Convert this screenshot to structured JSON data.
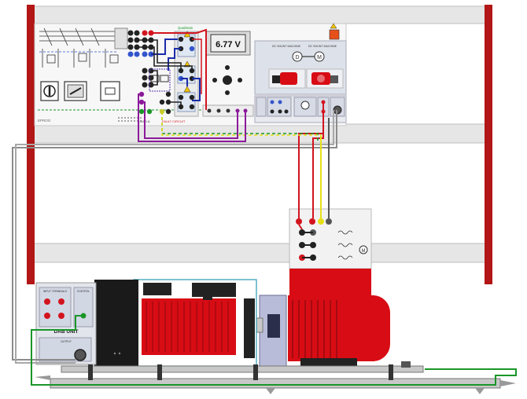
{
  "panel": {
    "brand_left": "EPROO",
    "brand_center": "Qualitrain",
    "label_left": "LOAD A",
    "label_right": "FAULT CIRCUIT"
  },
  "voltmeter": {
    "reading": "6.77 V"
  },
  "motor_module": {
    "title_left": "DC SHUNT MACHINE",
    "title_right": "DC SHUNT MACHINE",
    "symbol_left": "D",
    "symbol_right": "M"
  },
  "terminal_box": {
    "coil_label": "M"
  },
  "dab_unit": {
    "label": "DAB UNIT",
    "sub_left": "INPUT TERMINALS",
    "sub_right": "CONTROL",
    "bottom_label": "OUTPUT"
  },
  "colors": {
    "frame": "#b21616",
    "machine": "#d80c14",
    "wire_red": "#d2141e",
    "wire_blue": "#1a2ca8",
    "wire_green": "#1a9628",
    "wire_purple": "#8b1a9a",
    "wire_yellow": "#e6e018",
    "wire_gray": "#8c8c8c"
  }
}
